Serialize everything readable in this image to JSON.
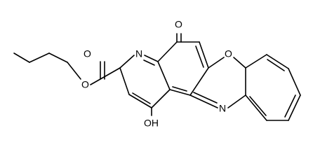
{
  "molecule": {
    "atoms": {
      "carbonyl_oxygen": "O",
      "ring_oxygen": "O",
      "pyridine_nitrogen": "N",
      "oxazine_nitrogen": "N",
      "ester_carbonyl_oxygen": "O",
      "ester_oxygen": "O",
      "hydroxyl": "OH"
    }
  },
  "colors": {
    "bond": "#000000",
    "background": "#ffffff"
  }
}
